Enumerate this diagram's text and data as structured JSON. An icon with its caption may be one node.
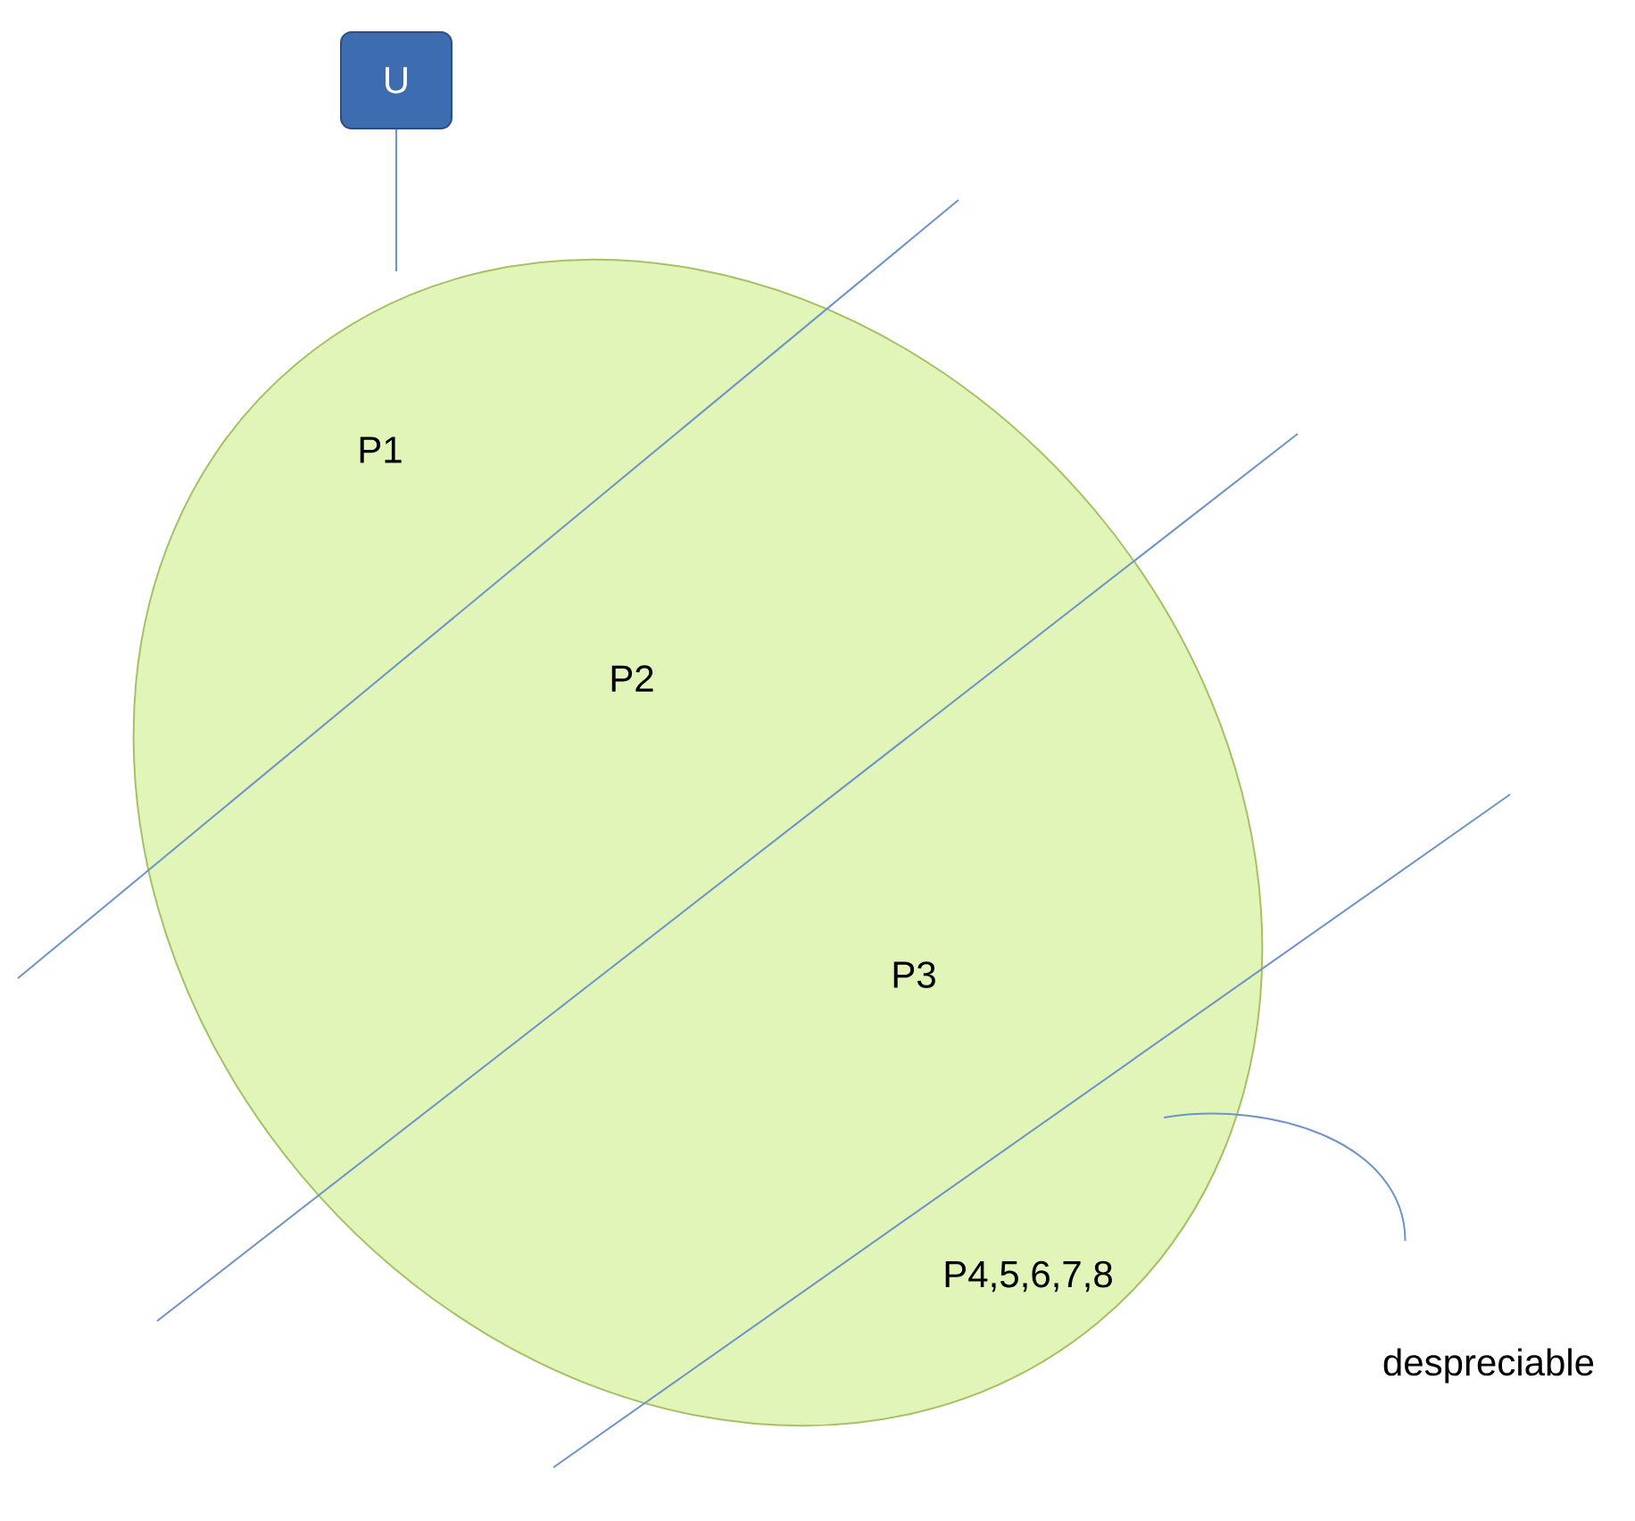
{
  "diagram": {
    "nodes": [
      {
        "text": [
          "U"
        ]
      },
      {
        "text": [
          "P1",
          "P2",
          "P3",
          "P4,5,6,7,8"
        ]
      },
      {
        "text": [
          "despreciable"
        ]
      }
    ],
    "edges": [
      {
        "from": 0,
        "to": 1,
        "arrow": "none"
      },
      {
        "from": 2,
        "to": 1,
        "arrow": "none"
      }
    ]
  }
}
